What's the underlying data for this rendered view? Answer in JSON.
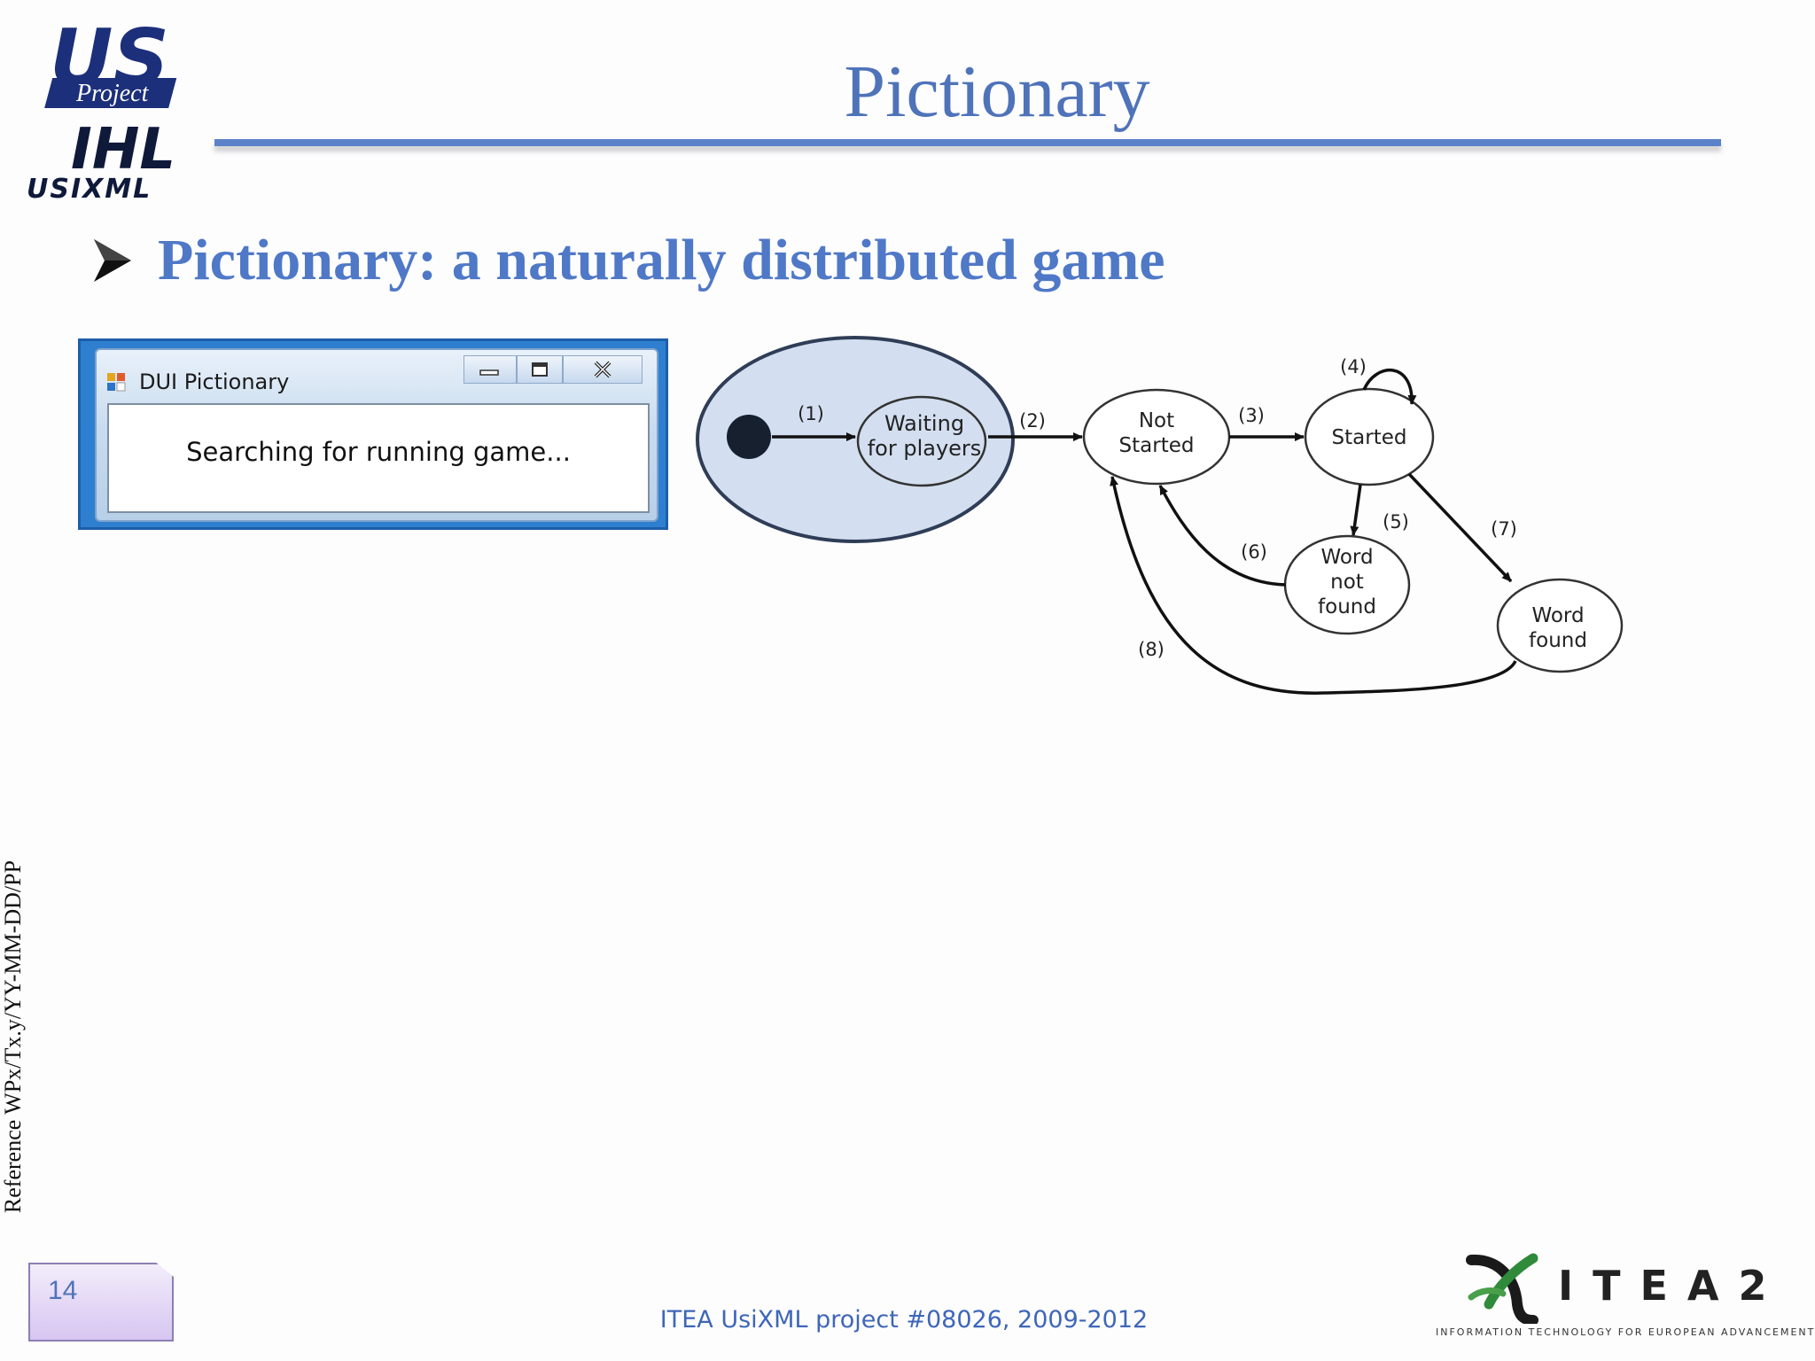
{
  "logo": {
    "letters_top": "US",
    "letters_bottom": "IHL",
    "overlay": "Project",
    "wordmark": "USIXML",
    "colors": {
      "navy": "#1c2f7a",
      "dark": "#0f1a3a"
    }
  },
  "slide": {
    "title": "Pictionary",
    "bullet": "Pictionary: a naturally distributed game",
    "side_reference": "Reference WPx/Tx.y/YY-MM-DD/PP",
    "page_number": "14",
    "footer": "ITEA UsiXML project #08026, 2009-2012"
  },
  "dui_window": {
    "title": "DUI Pictionary",
    "status": "Searching for running game...",
    "icons": [
      "app-icon",
      "minimize-icon",
      "maximize-icon",
      "close-icon"
    ]
  },
  "diagram": {
    "states": {
      "waiting": [
        "Waiting",
        "for players"
      ],
      "not_started": [
        "Not",
        "Started"
      ],
      "started": "Started",
      "word_not_found": [
        "Word",
        "not",
        "found"
      ],
      "word_found": [
        "Word",
        "found"
      ]
    },
    "transitions": [
      "(1)",
      "(2)",
      "(3)",
      "(4)",
      "(5)",
      "(6)",
      "(7)",
      "(8)"
    ],
    "highlight_color": "#d3dff0"
  },
  "itea": {
    "wordmark": "ITEA2",
    "tagline": "INFORMATION TECHNOLOGY FOR EUROPEAN ADVANCEMENT"
  }
}
